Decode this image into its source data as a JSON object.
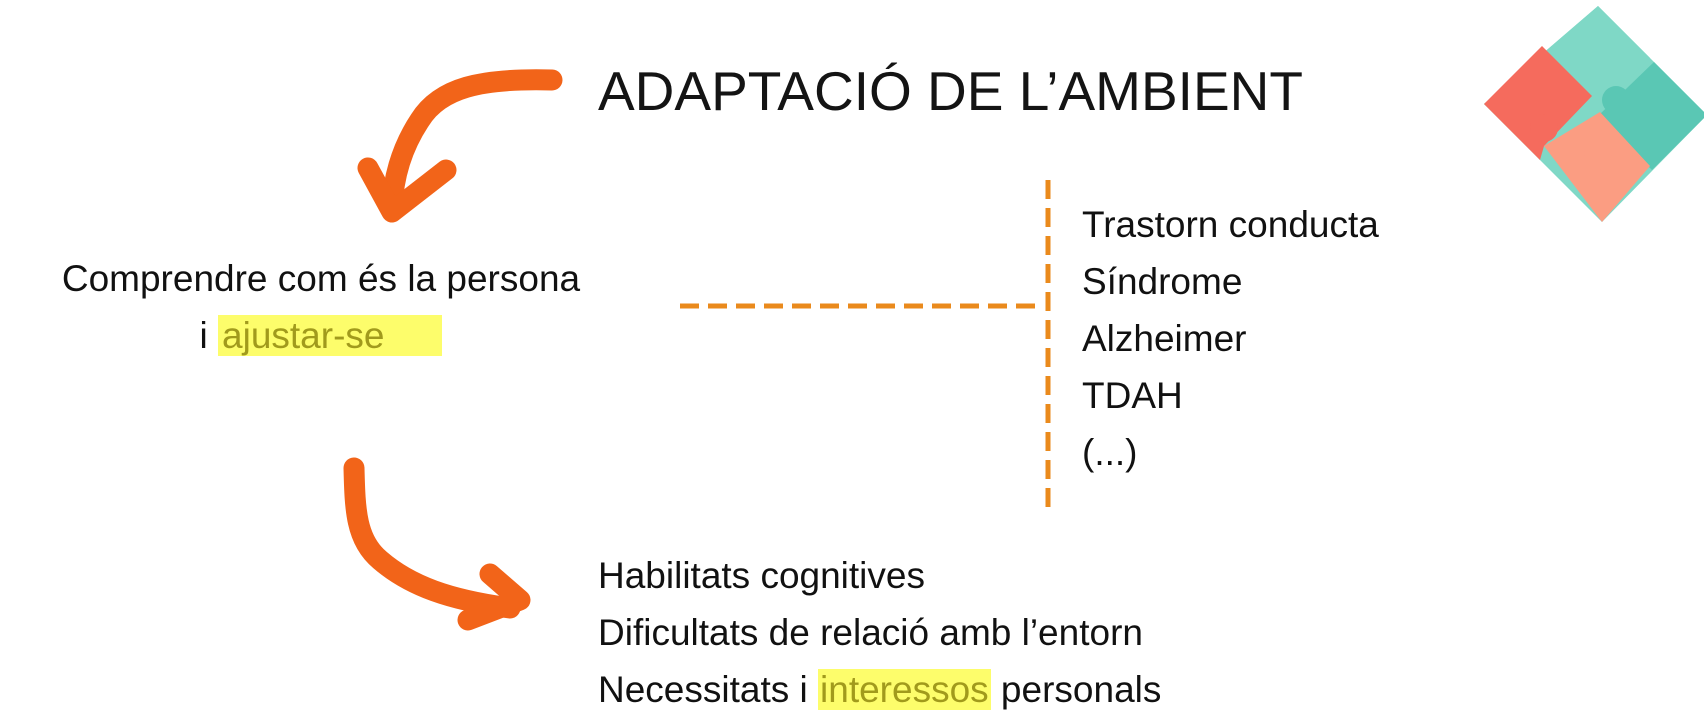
{
  "title": "ADAPTACIÓ DE L’AMBIENT",
  "center": {
    "line1": "Comprendre com és la persona",
    "line2_prefix": "i ",
    "line2_highlight": "ajustar-se"
  },
  "conditions": [
    "Trastorn conducta",
    "Síndrome",
    "Alzheimer",
    "TDAH",
    "(...)"
  ],
  "aspects": {
    "line1": "Habilitats cognitives",
    "line2": "Dificultats de relació amb l’entorn",
    "line3_prefix": "Necessitats i ",
    "line3_highlight": "interessos",
    "line3_suffix": " personals"
  },
  "colors": {
    "arrow": "#f26419",
    "dashed_connector": "#ea8a1c",
    "highlight": "#fdfd6b",
    "highlight_text": "#a19a1c",
    "puzzle_green": "#7fd8c6",
    "puzzle_teal": "#5ac7b4",
    "puzzle_red": "#f56b5d",
    "puzzle_salmon": "#fb9d82"
  },
  "icons": [
    "curved-arrow-down",
    "curved-arrow-right",
    "puzzle-icon"
  ]
}
